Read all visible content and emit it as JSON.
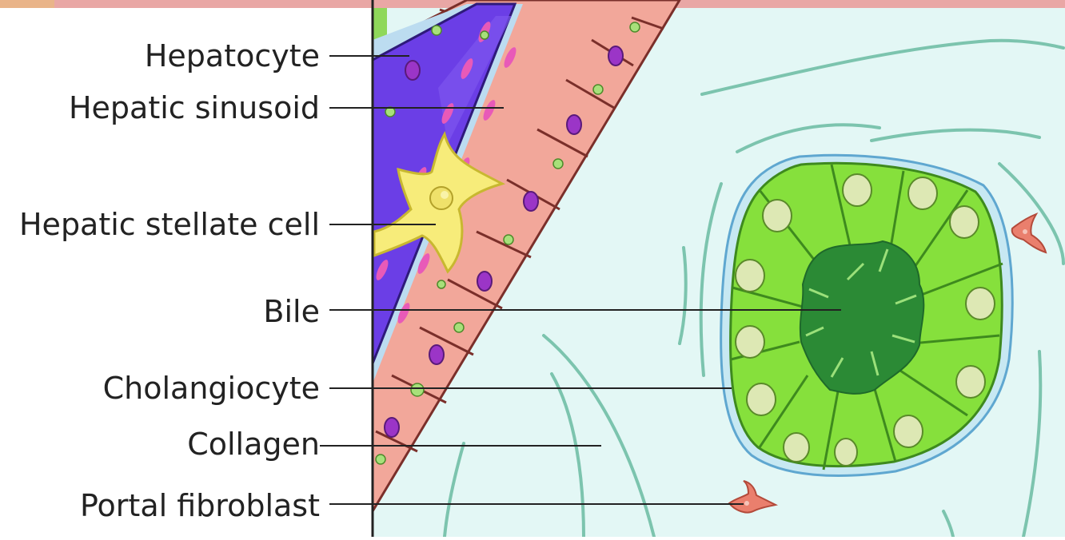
{
  "labels": {
    "hepatocyte": "Hepatocyte",
    "hepatic_sinusoid": "Hepatic sinusoid",
    "hepatic_stellate_cell": "Hepatic stellate cell",
    "bile": "Bile",
    "cholangiocyte": "Cholangiocyte",
    "collagen": "Collagen",
    "portal_fibroblast": "Portal fibroblast"
  },
  "colors": {
    "background_top_band": "#e9a7a5",
    "tissue_background": "#e3f7f5",
    "hepatocyte": "#f2a79a",
    "hepatocyte_nucleus": "#9b35c7",
    "sinusoid_blood": "#6b3ee6",
    "stellate_cell": "#f7ec7a",
    "cholangiocyte": "#86e03c",
    "bile_lumen": "#2b8a35",
    "collagen_fiber": "#7cc4ae",
    "portal_fibroblast": "#ea7f6d",
    "leader_line": "#222222"
  }
}
